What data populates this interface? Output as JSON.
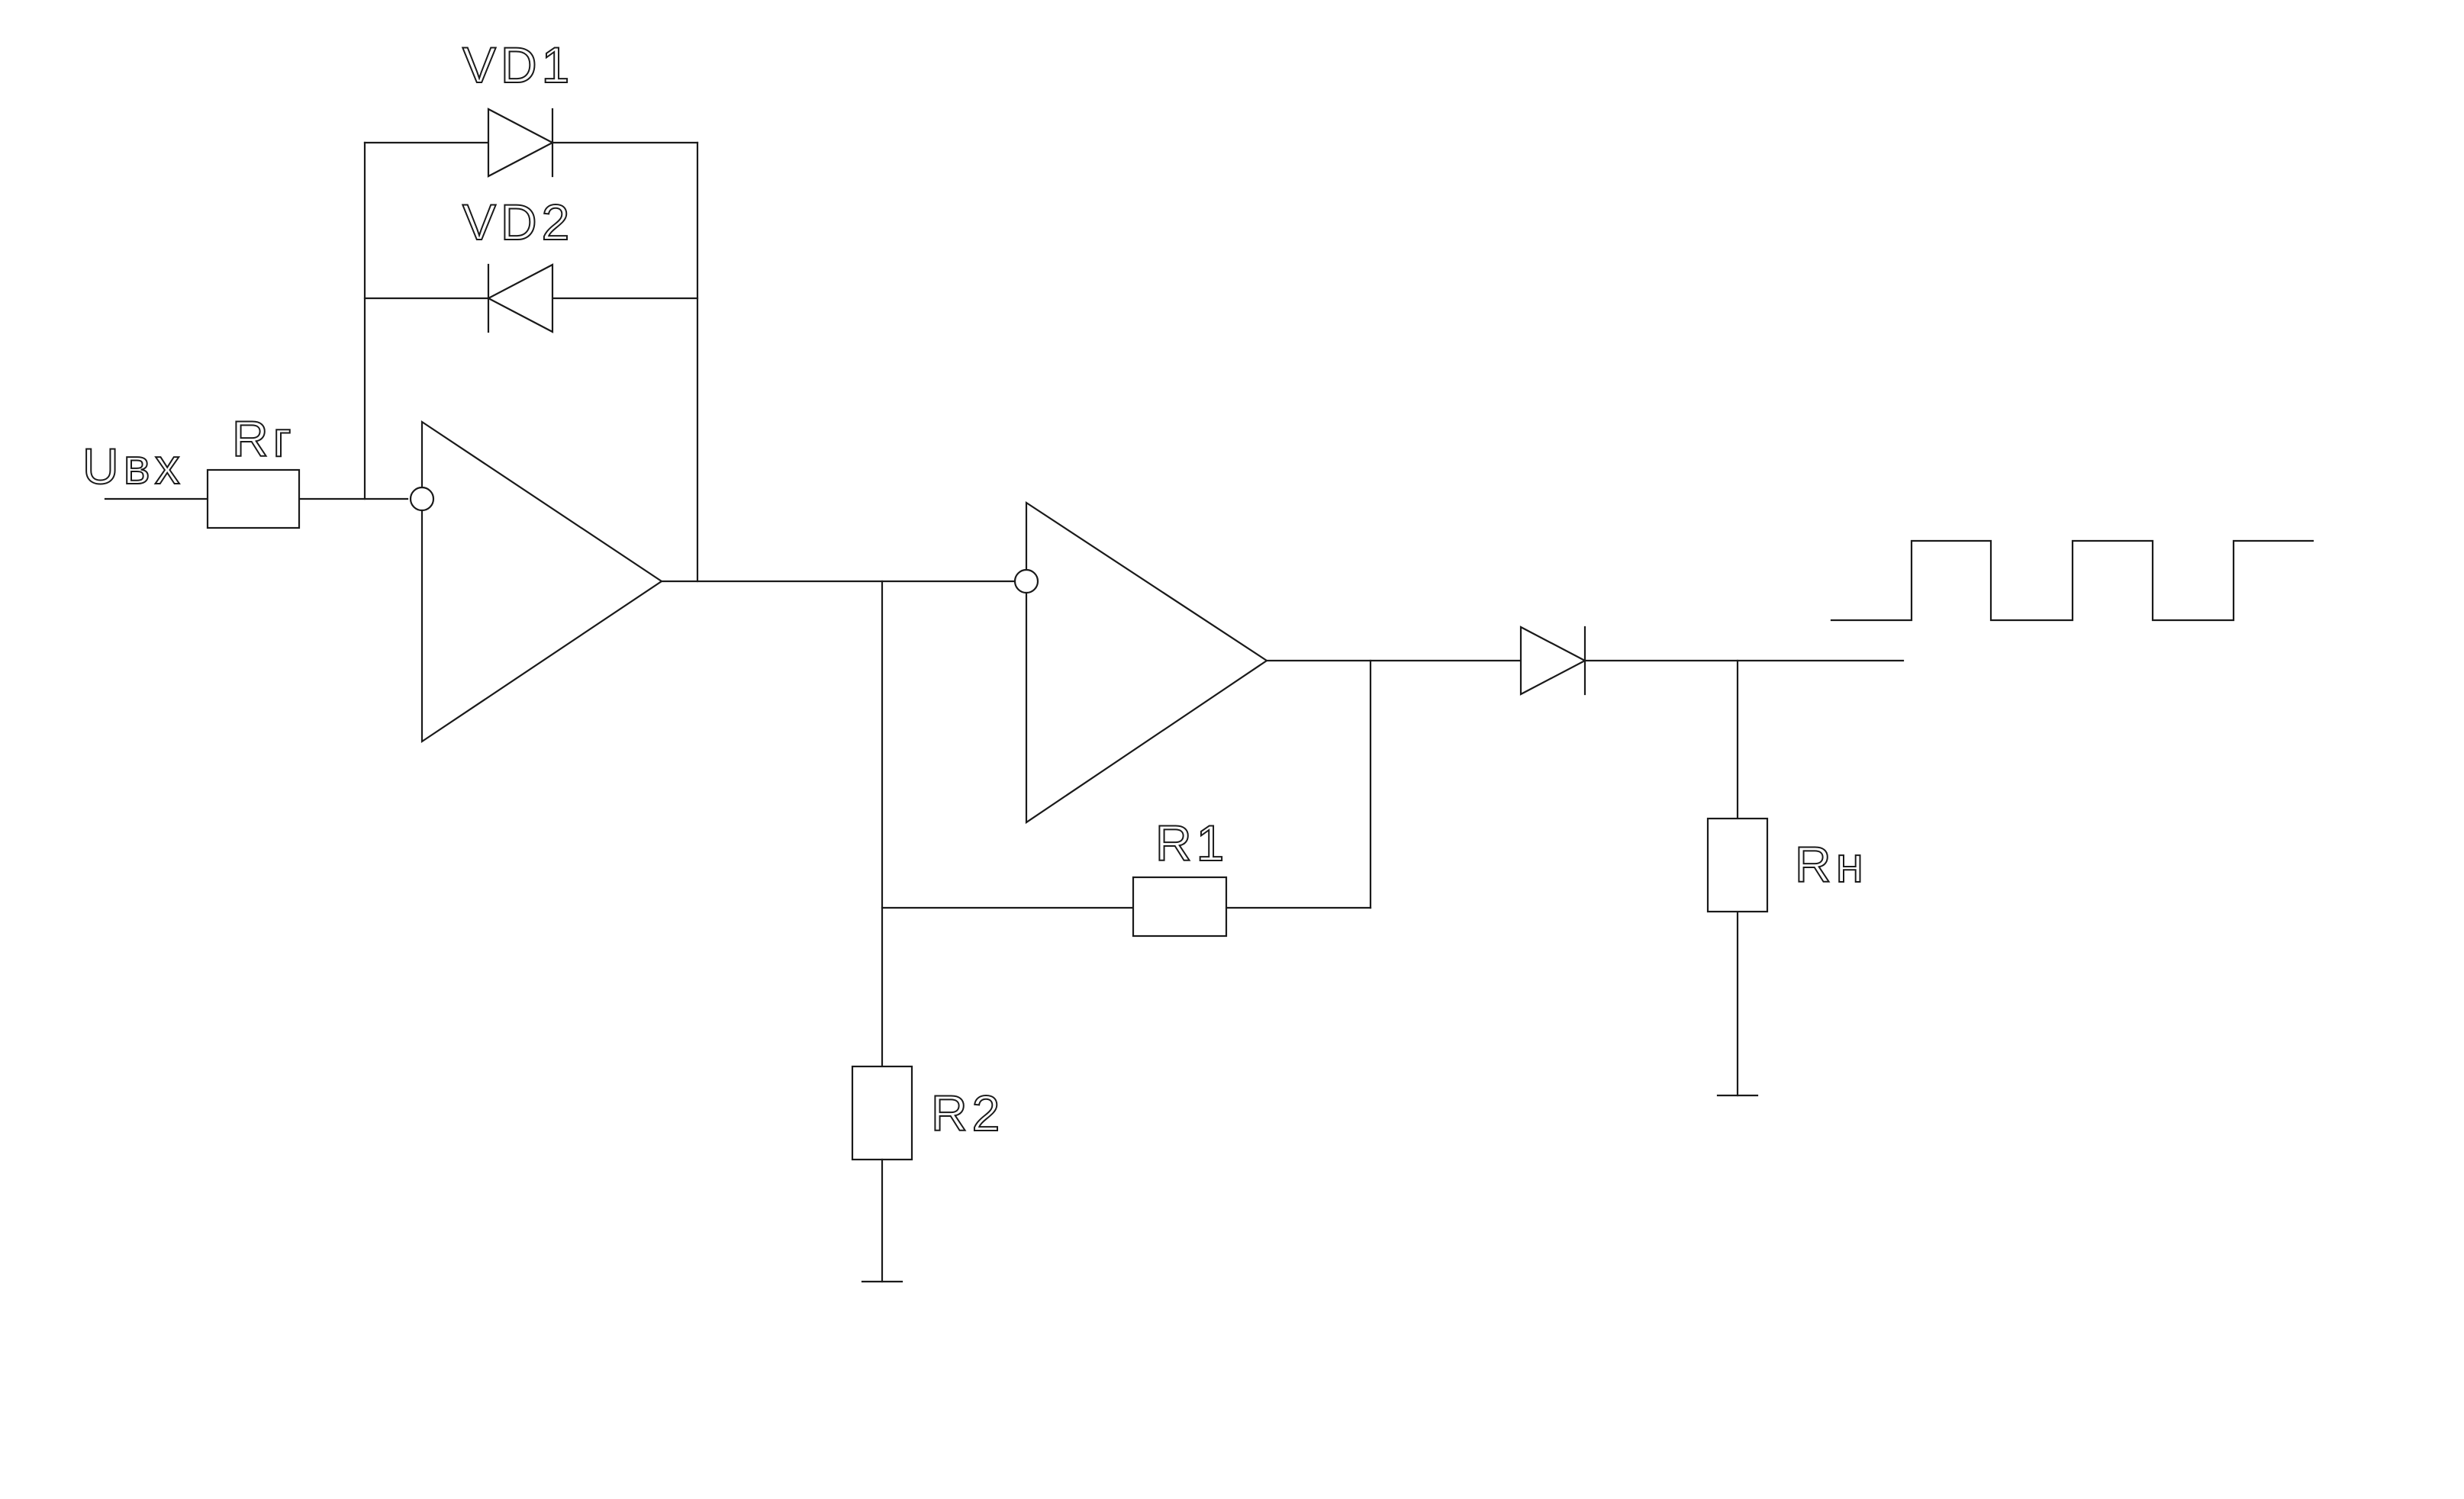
{
  "labels": {
    "uin": "Uвх",
    "rg": "Rг",
    "vd1": "VD1",
    "vd2": "VD2",
    "r1": "R1",
    "r2": "R2",
    "rn": "Rн"
  },
  "colors": {
    "line": "#1a1a1a",
    "background": "#ffffff"
  }
}
